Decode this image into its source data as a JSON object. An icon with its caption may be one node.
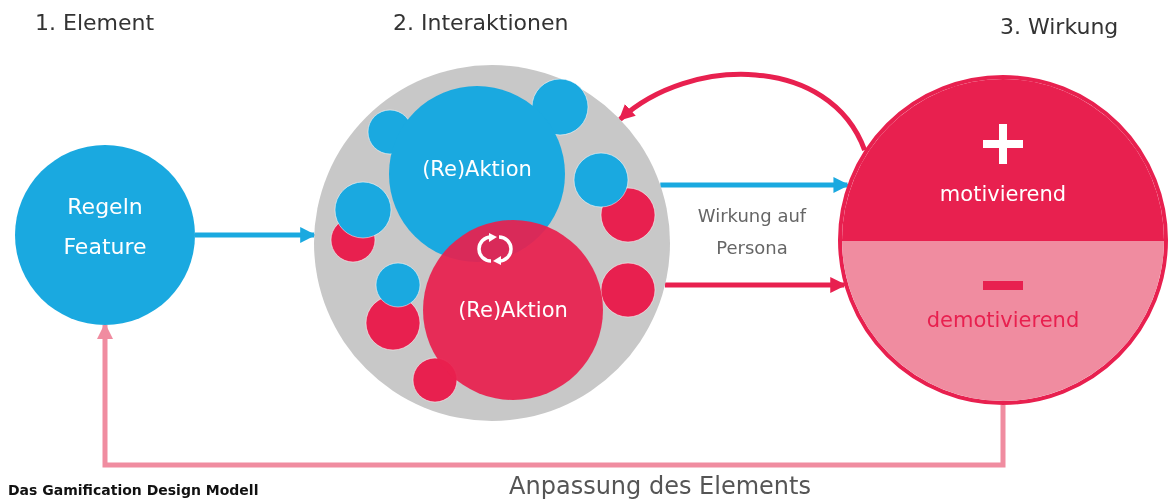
{
  "diagram": {
    "caption": "Das Gamification Design Modell",
    "nodes": [
      {
        "text": [
          "Regeln Feature"
        ]
      },
      {
        "text": [],
        "shape": "circle"
      },
      {
        "text": [
          "(Re)Aktion"
        ],
        "in": 1
      },
      {
        "text": [
          "(Re)Aktion"
        ],
        "in": 1
      },
      {
        "text": [],
        "shape": "circle"
      },
      {
        "text": [
          "motivierend"
        ],
        "in": 4
      },
      {
        "text": [
          "demotivierend"
        ],
        "in": 4
      }
    ],
    "edges": [
      {
        "from": 0,
        "to": 1,
        "arrow": "to",
        "color": "#1aa9e0"
      },
      {
        "from": 1,
        "to": 4,
        "arrow": "to",
        "color": "#1aa9e0"
      },
      {
        "from": 1,
        "to": 4,
        "arrow": "to",
        "color": "#e8204f"
      },
      {
        "from": 5,
        "to": 1,
        "arrow": "to",
        "color": "#e8204f"
      },
      {
        "from": 6,
        "to": 0,
        "arrow": "to",
        "label": "Anpassung des Elements",
        "color": "#f08ca0"
      }
    ],
    "labels": [
      "1. Element",
      "2. Interaktionen",
      "3. Wirkung",
      "Wirkung auf Persona"
    ]
  }
}
